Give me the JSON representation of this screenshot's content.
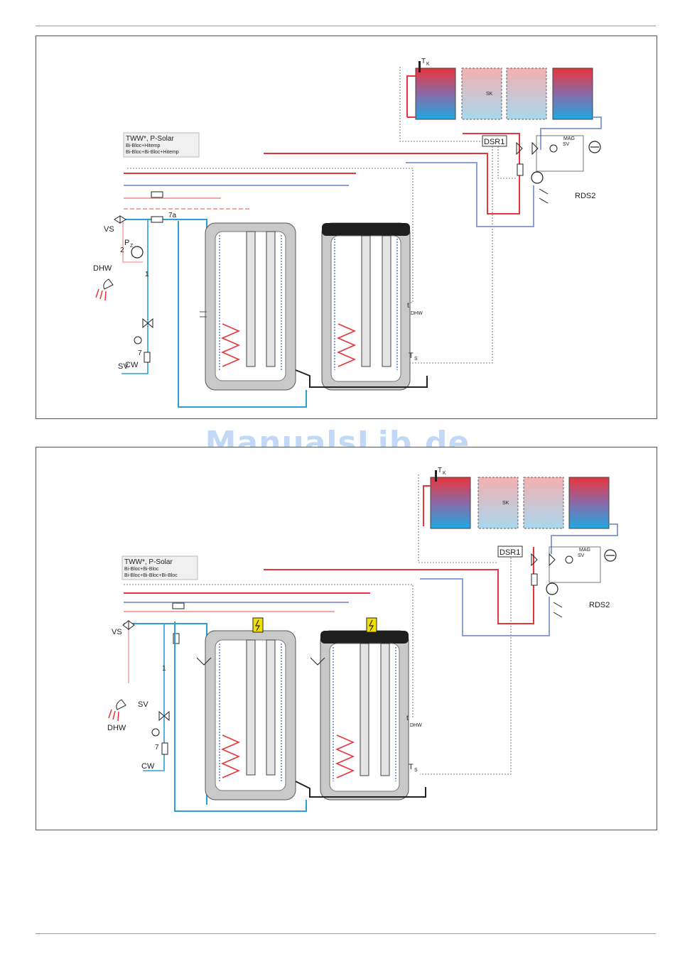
{
  "watermark": "ManualsLib.de",
  "colors": {
    "hot": "#e8343b",
    "hot_light": "#f2a6a6",
    "cold": "#2b9fd6",
    "return": "#8aa0d4",
    "tank": "#c9c9c9",
    "tank_top": "#1e1e1e"
  },
  "icons": [
    "thermometer-icon",
    "pump-icon",
    "valve-icon",
    "shower-icon",
    "pressure-gauge-icon",
    "expansion-vessel-icon",
    "heating-element-icon",
    "funnel-icon"
  ],
  "diagram1": {
    "legend_title": "TWW*, P-Solar",
    "legend_line1": "Bi-Bloc+Hitemp",
    "legend_line2": "Bi-Bloc+Bi-Bloc+Hitemp",
    "collector_sensor": "T",
    "collector_sensor_sub": "K",
    "collector_label": "SK",
    "controller": "DSR1",
    "station": "RDS2",
    "vessel": "MAG",
    "safety_valve": "SV",
    "mixer": "VS",
    "pump_label": "P",
    "pump_sub": "Z",
    "num_1": "1",
    "num_2": "2",
    "num_7": "7",
    "num_7a": "7a",
    "hot_water": "DHW",
    "cold_water": "CW",
    "sensor_dhw": "t",
    "sensor_dhw_sub": "DHW",
    "sensor_s": "T",
    "sensor_s_sub": "S"
  },
  "diagram2": {
    "legend_title": "TWW*, P-Solar",
    "legend_line1": "Bi-Bloc+Bi-Bloc",
    "legend_line2": "Bi-Bloc+Bi-Bloc+Bi-Bloc",
    "collector_sensor": "T",
    "collector_sensor_sub": "K",
    "collector_label": "SK",
    "controller": "DSR1",
    "station": "RDS2",
    "vessel": "MAG",
    "safety_valve": "SV",
    "mixer": "VS",
    "num_1": "1",
    "num_7": "7",
    "hot_water": "DHW",
    "cold_water": "CW",
    "sensor_dhw": "t",
    "sensor_dhw_sub": "DHW",
    "sensor_s": "T",
    "sensor_s_sub": "S"
  }
}
